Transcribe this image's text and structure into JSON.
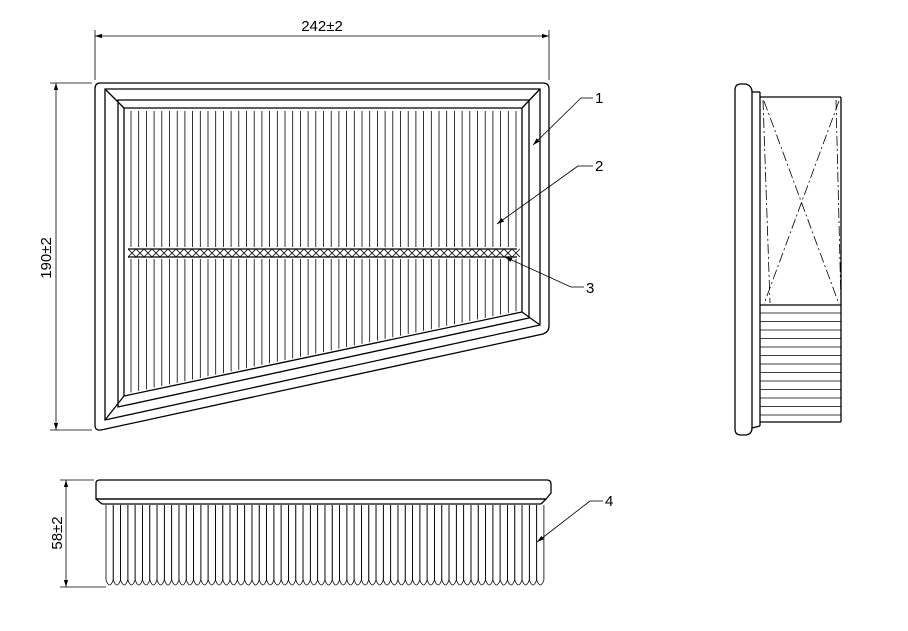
{
  "dimensions": {
    "width": "242±2",
    "height": "190±2",
    "depth": "58±2"
  },
  "callouts": [
    "1",
    "2",
    "3",
    "4"
  ],
  "colors": {
    "line": "#000000",
    "background": "#ffffff"
  }
}
